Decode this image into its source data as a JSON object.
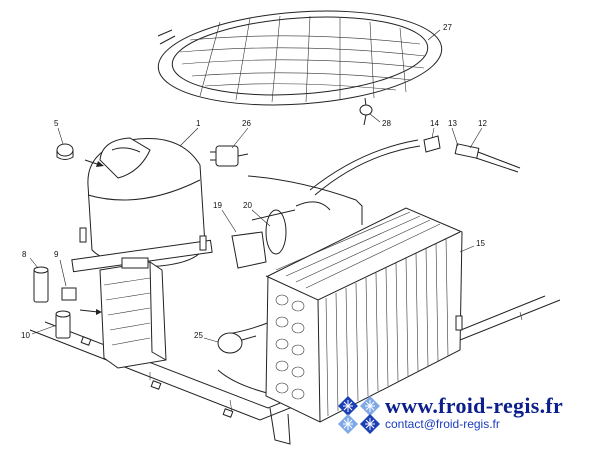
{
  "part_labels": [
    "1",
    "5",
    "8",
    "9",
    "10",
    "12",
    "13",
    "14",
    "15",
    "19",
    "20",
    "25",
    "26",
    "27",
    "28"
  ],
  "branding": {
    "website": "www.froid-regis.fr",
    "email": "contact@froid-regis.fr"
  },
  "colors": {
    "brand_primary": "#0c1f8a",
    "brand_secondary": "#1a3cc0",
    "line": "#222222"
  },
  "icons": [
    "snowflake-logo-icon"
  ]
}
